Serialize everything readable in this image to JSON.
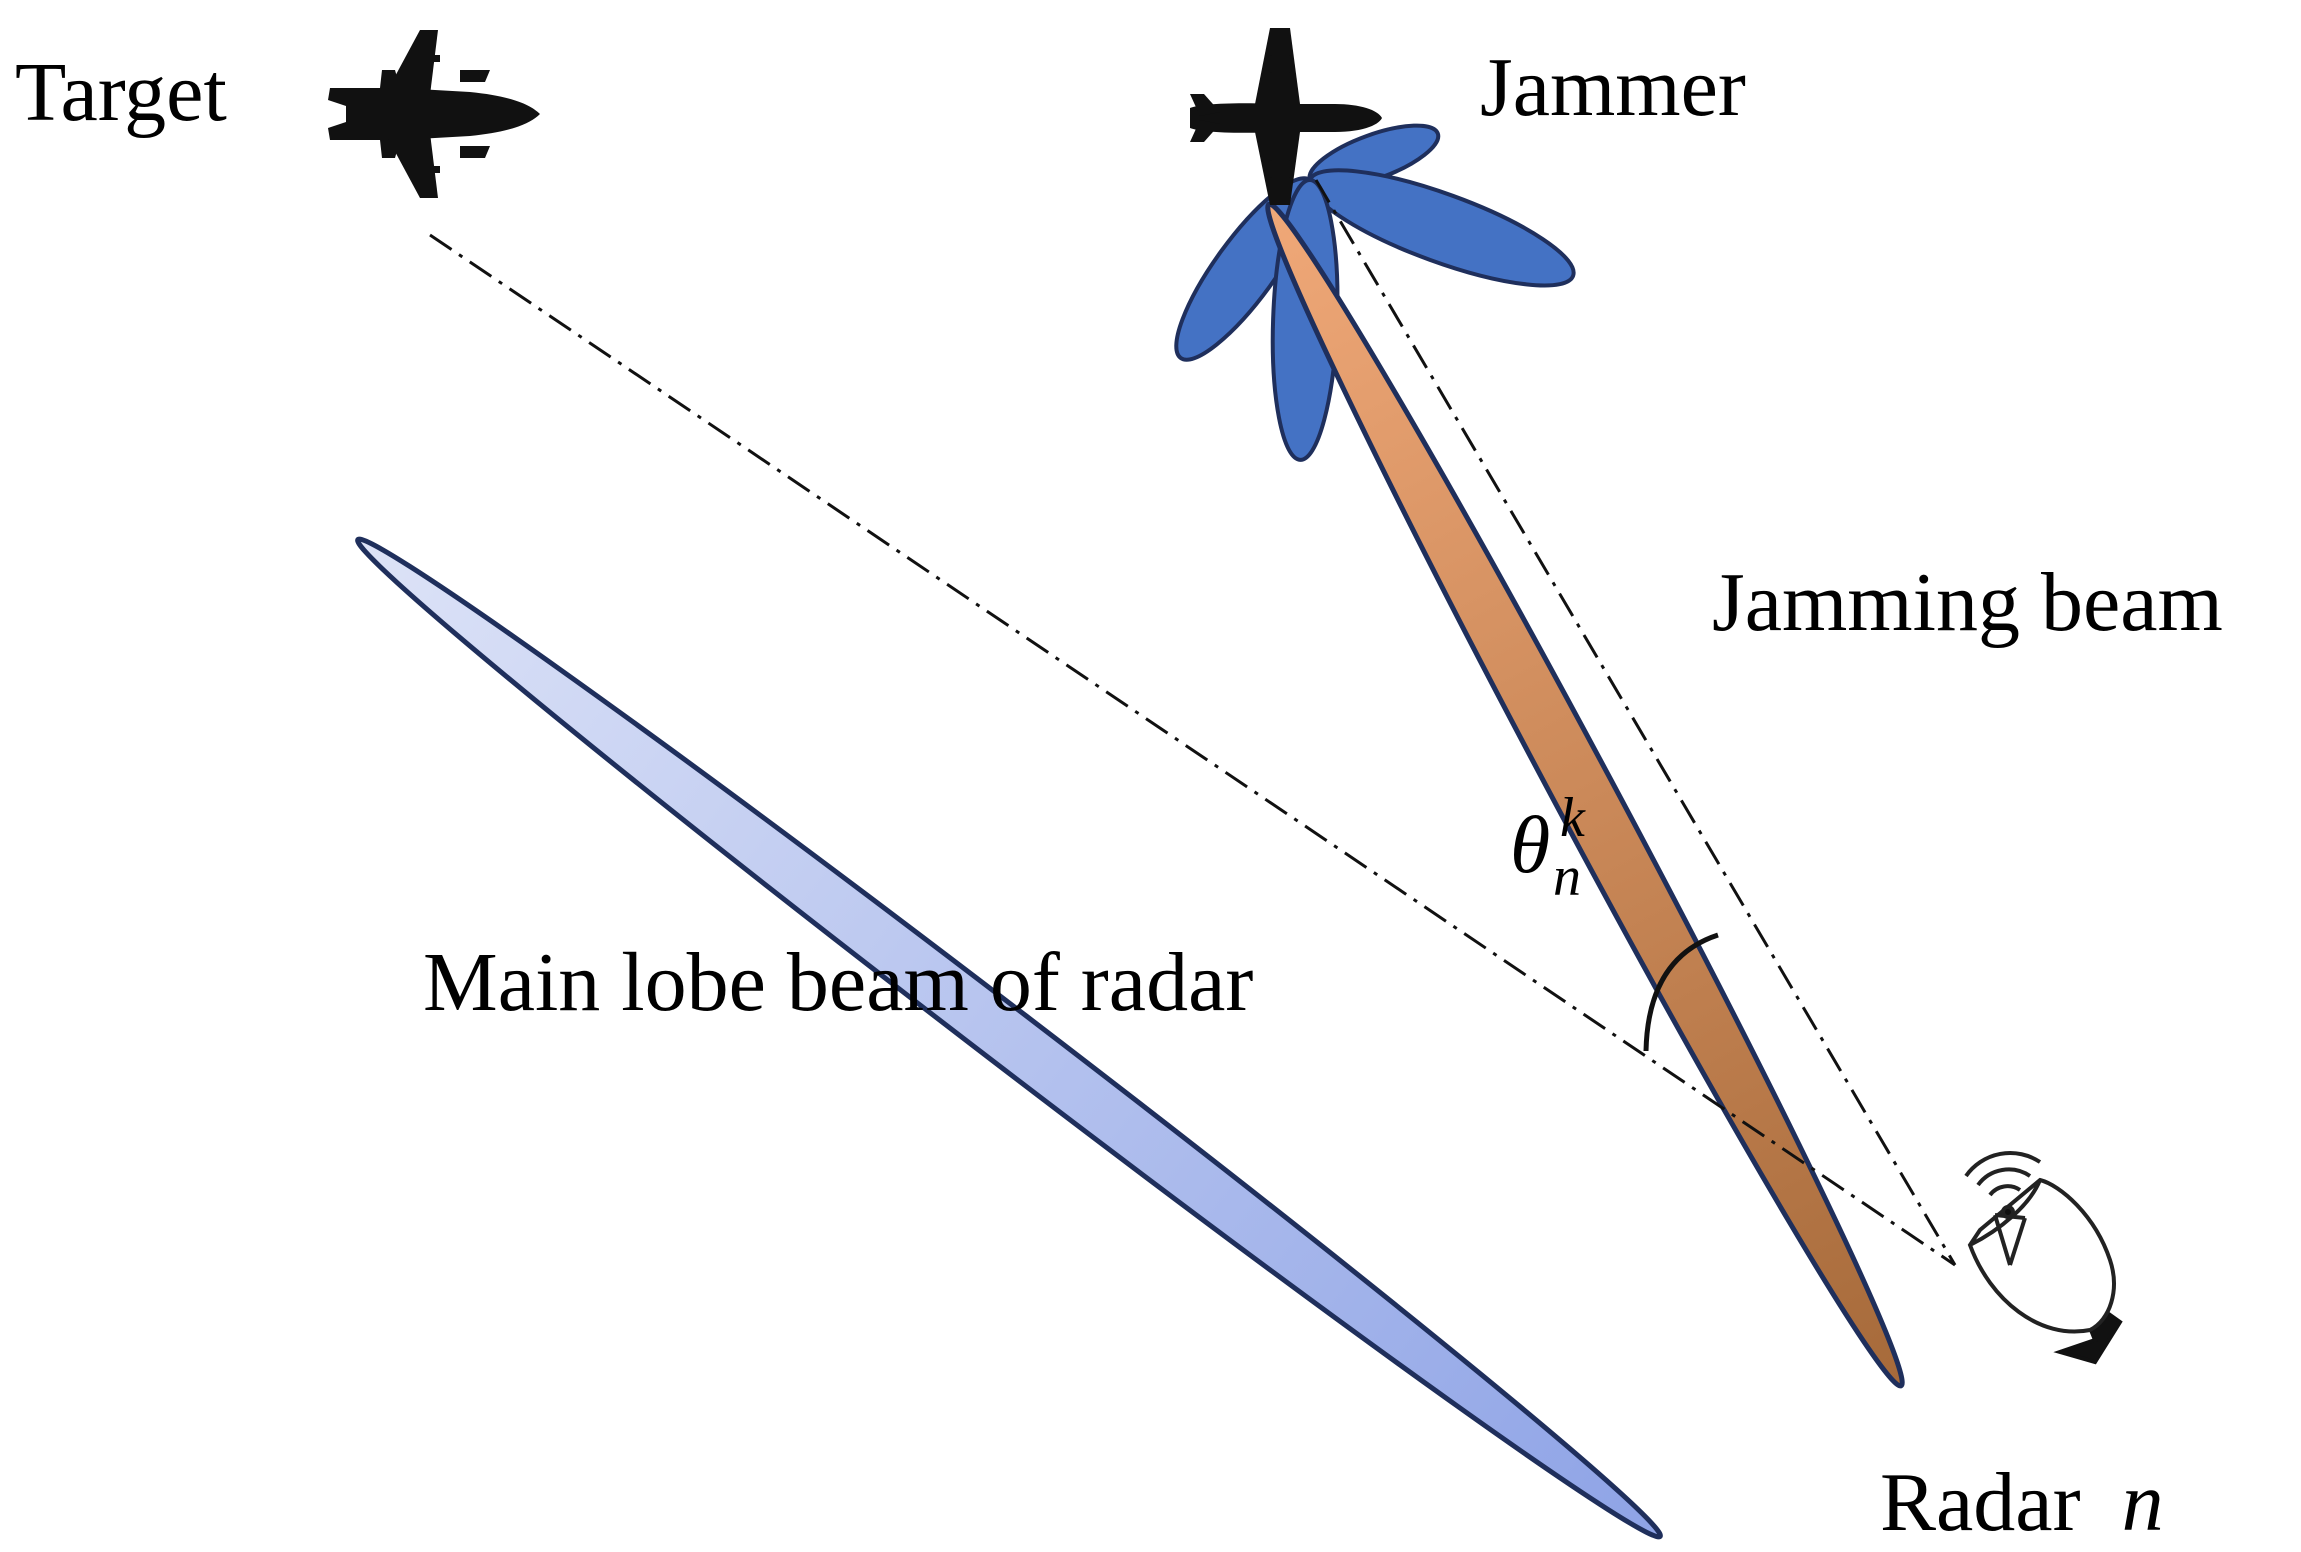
{
  "labels": {
    "target": "Target",
    "jammer": "Jammer",
    "jamming_beam": "Jamming beam",
    "main_lobe": "Main lobe beam of radar",
    "radar_word": "Radar",
    "radar_index": "n",
    "angle_symbol": "θ",
    "angle_sub": "n",
    "angle_sup": "k"
  },
  "icons": {
    "target": "fighter-jet-icon",
    "jammer": "airplane-icon",
    "radar": "radar-dish-icon"
  },
  "colors": {
    "radar_beam_light": "#dde3f7",
    "radar_beam_dark": "#8ea3e6",
    "beam_outline": "#1f2f5c",
    "jamming_beam_light": "#f0a878",
    "jamming_beam_dark": "#a66a3a",
    "jammer_lobes": "#4472c4",
    "silhouette": "#111111"
  }
}
